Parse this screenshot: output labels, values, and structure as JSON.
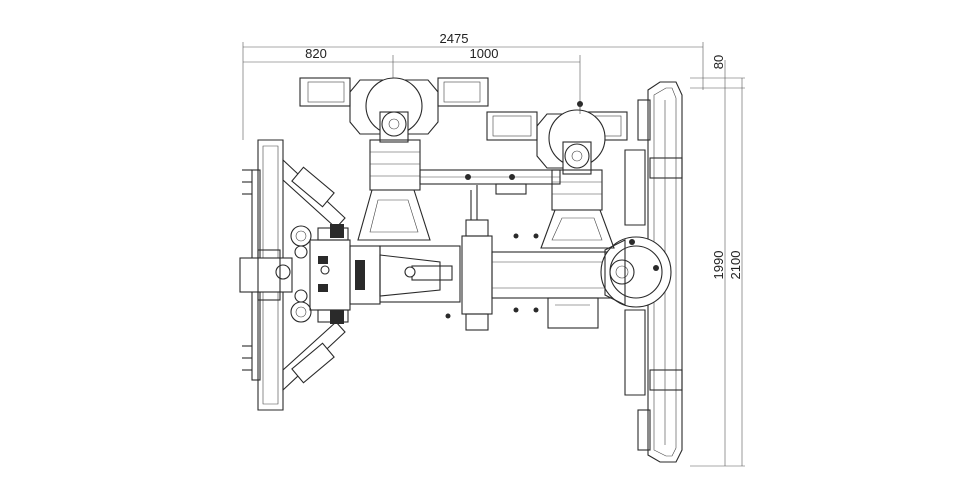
{
  "dimensions": {
    "overall_width": "2475",
    "left_width": "820",
    "center_width": "1000",
    "top_offset": "80",
    "inner_height": "1990",
    "overall_height": "2100"
  },
  "colors": {
    "line": "#2a2a2a",
    "background": "#ffffff"
  }
}
